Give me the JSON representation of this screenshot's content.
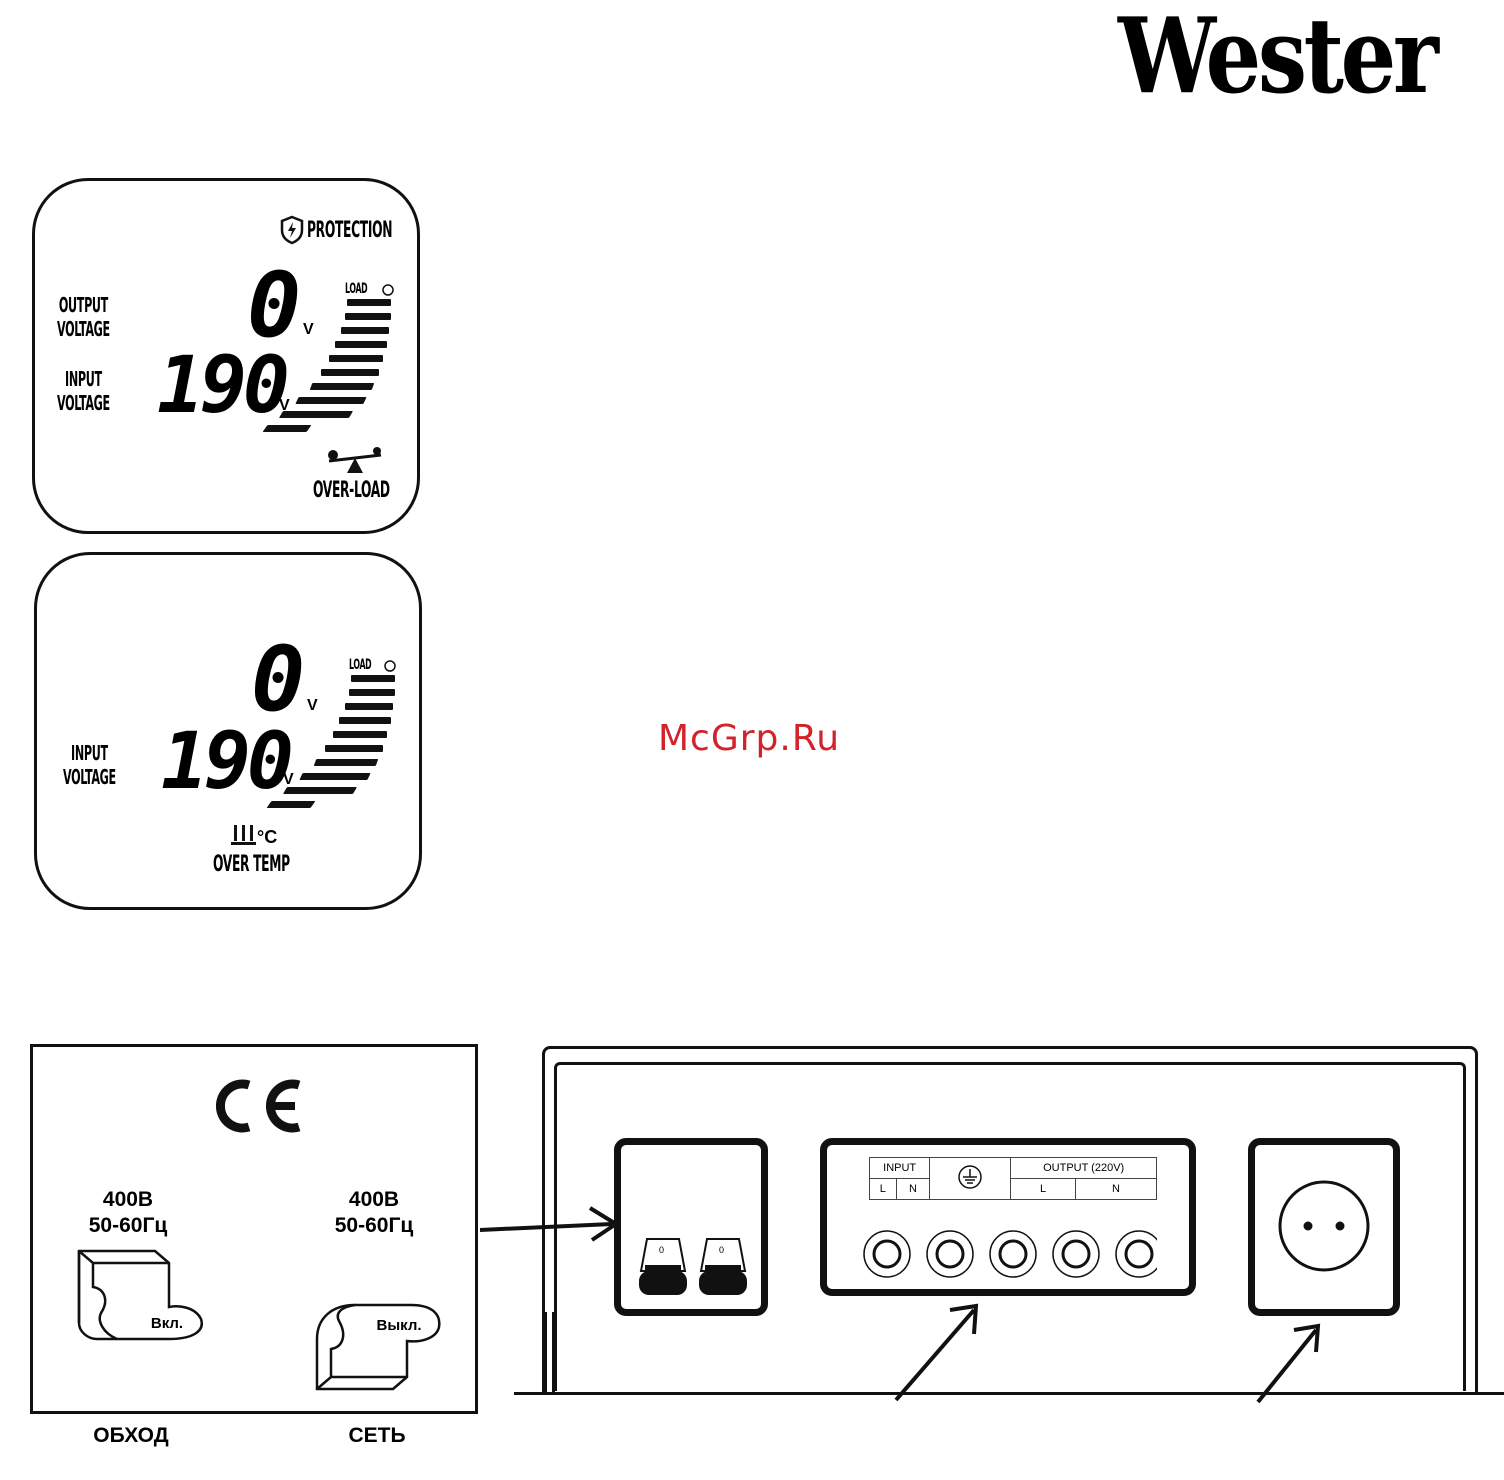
{
  "brand": {
    "logo_text": "Wester"
  },
  "watermark": "McGrp.Ru",
  "lcd_panels": [
    {
      "protection_label": "PROTECTION",
      "load_label": "LOAD",
      "output_label": [
        "OUTPUT",
        "VOLTAGE"
      ],
      "output_value": "0",
      "output_unit": "V",
      "input_label": [
        "INPUT",
        "VOLTAGE"
      ],
      "input_value": "190",
      "input_unit": "V",
      "alarm_label": "OVER-LOAD",
      "alarm_icon": "overload-icon"
    },
    {
      "load_label": "LOAD",
      "output_value": "0",
      "output_unit": "V",
      "input_label": [
        "INPUT",
        "VOLTAGE"
      ],
      "input_value": "190",
      "input_unit": "V",
      "temp_unit": "°C",
      "alarm_label": "OVER TEMP",
      "alarm_icon": "thermometer-icon"
    }
  ],
  "specs_panel": {
    "ce_mark": "CE",
    "bypass": {
      "voltage": "400В",
      "frequency": "50-60Гц",
      "switch_label": "Вкл.",
      "caption": "ОБХОД"
    },
    "mains": {
      "voltage": "400В",
      "frequency": "50-60Гц",
      "switch_label": "Выкл.",
      "caption": "СЕТЬ"
    }
  },
  "device_panel": {
    "breaker_marks": [
      "0",
      "0"
    ],
    "terminal_block": {
      "input_header": "INPUT",
      "output_header": "OUTPUT (220V)",
      "input_terminals": [
        "L",
        "N"
      ],
      "output_terminals": [
        "L",
        "N"
      ],
      "ground_icon": "ground-icon"
    },
    "outlet_icon": "socket-icon"
  }
}
